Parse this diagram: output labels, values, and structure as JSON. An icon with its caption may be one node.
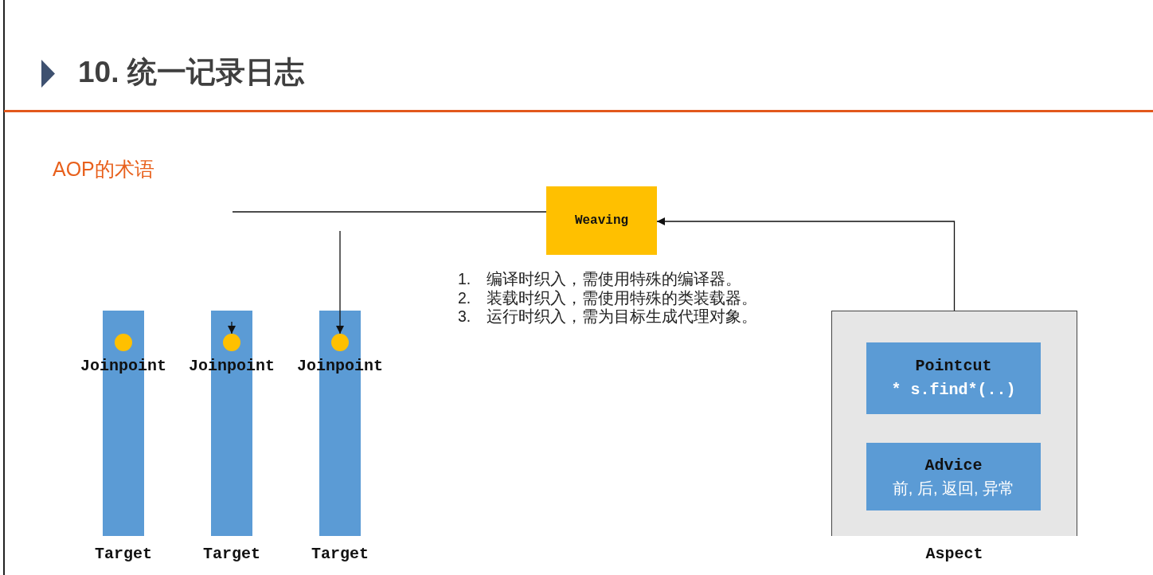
{
  "diagram": {
    "title": "10. 统一记录日志",
    "nodes": [
      {
        "text": [
          "Weaving"
        ]
      },
      {
        "text": [
          "Target"
        ]
      },
      {
        "text": [
          "Joinpoint"
        ],
        "in": 1
      },
      {
        "text": [
          "Target"
        ]
      },
      {
        "text": [
          "Joinpoint"
        ],
        "in": 3
      },
      {
        "text": [
          "Target"
        ]
      },
      {
        "text": [
          "Joinpoint"
        ],
        "in": 5
      },
      {
        "text": [
          "Aspect"
        ]
      },
      {
        "text": [
          "Pointcut",
          "* s.find*(..)"
        ],
        "in": 7
      },
      {
        "text": [
          "Advice",
          "前, 后, 返回, 异常"
        ],
        "in": 7
      }
    ],
    "edges": [
      {
        "from": 7,
        "to": 0,
        "arrow": "to"
      },
      {
        "from": 0,
        "to": null,
        "arrow": "none"
      },
      {
        "from": null,
        "to": 6,
        "arrow": "to"
      },
      {
        "from": null,
        "to": 4,
        "arrow": "to"
      }
    ],
    "labels": [
      "AOP的术语",
      "1. 编译时织入，需使用特殊的编译器。",
      "2. 装载时织入，需使用特殊的类装载器。",
      "3. 运行时织入，需为目标生成代理对象。"
    ]
  }
}
